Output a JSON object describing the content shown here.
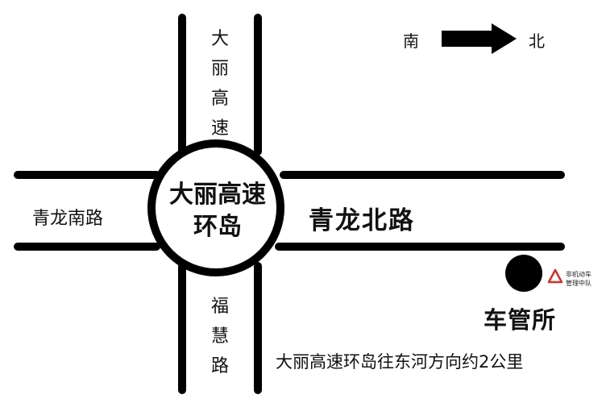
{
  "colors": {
    "road": "#000000",
    "background": "#ffffff",
    "text": "#111111",
    "badge_triangle": "#d0302a"
  },
  "roundabout": {
    "lines": [
      "大丽高速",
      "环岛"
    ]
  },
  "roads": {
    "north_vertical": {
      "chars": [
        "大",
        "丽",
        "高",
        "速"
      ]
    },
    "south_vertical": {
      "chars": [
        "福",
        "慧",
        "路"
      ]
    },
    "west_horizontal": {
      "label": "青龙南路"
    },
    "east_horizontal": {
      "label": "青龙北路"
    }
  },
  "compass": {
    "south_label": "南",
    "north_label": "北",
    "arrow_icon": "arrow-right-icon"
  },
  "destination": {
    "label": "车管所",
    "marker_icon": "filled-circle-icon",
    "badge_icon": "warning-triangle-icon",
    "badge_lines": [
      "非机动车",
      "管理中队"
    ]
  },
  "note": "大丽高速环岛往东河方向约2公里"
}
